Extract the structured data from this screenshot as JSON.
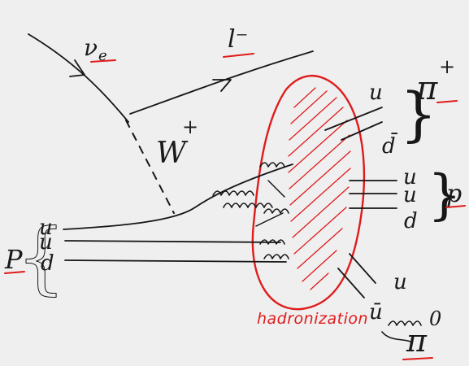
{
  "labels": {
    "nu_e": "ν",
    "nu_e_sub": "e",
    "lepton": "l⁻",
    "w_boson": "W",
    "w_charge": "+",
    "proton_left": "P",
    "q1": "u",
    "q2": "u",
    "q3": "d",
    "pi_plus": "π",
    "pi_plus_charge": "+",
    "pi_plus_q": "u",
    "pi_plus_qbar": "d̄",
    "p_right": "p",
    "p_q1": "u",
    "p_q2": "u",
    "p_q3": "d",
    "pi_zero": "π",
    "pi_zero_charge": "0",
    "pi_zero_q": "u",
    "pi_zero_qbar": "ū",
    "hadronization": "hadronization"
  },
  "colors": {
    "ink": "#161616",
    "accent": "#e01b1b",
    "background": "#efefef"
  }
}
